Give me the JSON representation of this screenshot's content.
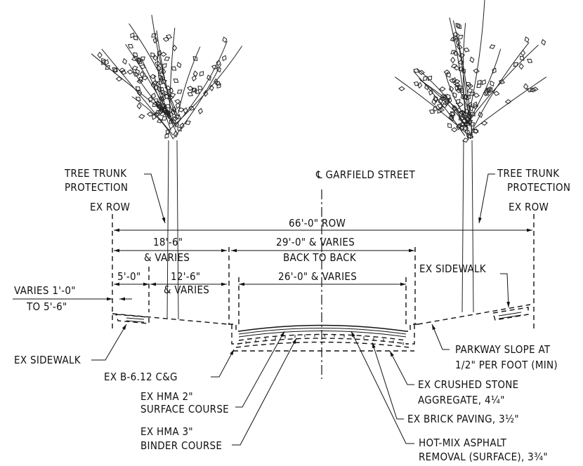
{
  "title": "℄ GARFIELD STREET",
  "labels": {
    "tree_trunk_left_1": "TREE TRUNK",
    "tree_trunk_left_2": "PROTECTION",
    "tree_trunk_right_1": "TREE TRUNK",
    "tree_trunk_right_2": "PROTECTION",
    "ex_row_left": "EX ROW",
    "ex_row_right": "EX ROW",
    "row_dim": "66'-0\" ROW",
    "dim_18_6": "18'-6\"",
    "dim_18_6_sub": "& VARIES",
    "dim_29_0": "29'-0\" & VARIES",
    "dim_29_0_sub": "BACK TO BACK",
    "dim_5_0": "5'-0\"",
    "dim_12_6": "12'-6\"",
    "dim_12_6_sub": "& VARIES",
    "dim_26_0": "26'-0\" & VARIES",
    "varies_1": "VARIES 1'-0\"",
    "varies_2": "TO 5'-6\"",
    "ex_sidewalk_right": "EX SIDEWALK",
    "ex_sidewalk_left": "EX SIDEWALK",
    "ex_b612": "EX B-6.12 C&G",
    "hma2_1": "EX HMA 2\"",
    "hma2_2": "SURFACE COURSE",
    "hma3_1": "EX HMA 3\"",
    "hma3_2": "BINDER COURSE",
    "parkway_1": "PARKWAY SLOPE AT",
    "parkway_2": "1/2\" PER FOOT (MIN)",
    "crushed_1": "EX CRUSHED STONE",
    "crushed_2": "AGGREGATE, 4¼\"",
    "brick": "EX BRICK PAVING, 3½\"",
    "hma_removal_1": "HOT-MIX ASPHALT",
    "hma_removal_2": "REMOVAL (SURFACE), 3¾\""
  },
  "icons": {
    "left_tree": "deciduous-tree-icon",
    "right_tree": "deciduous-tree-icon",
    "centerline": "centerline-symbol"
  }
}
